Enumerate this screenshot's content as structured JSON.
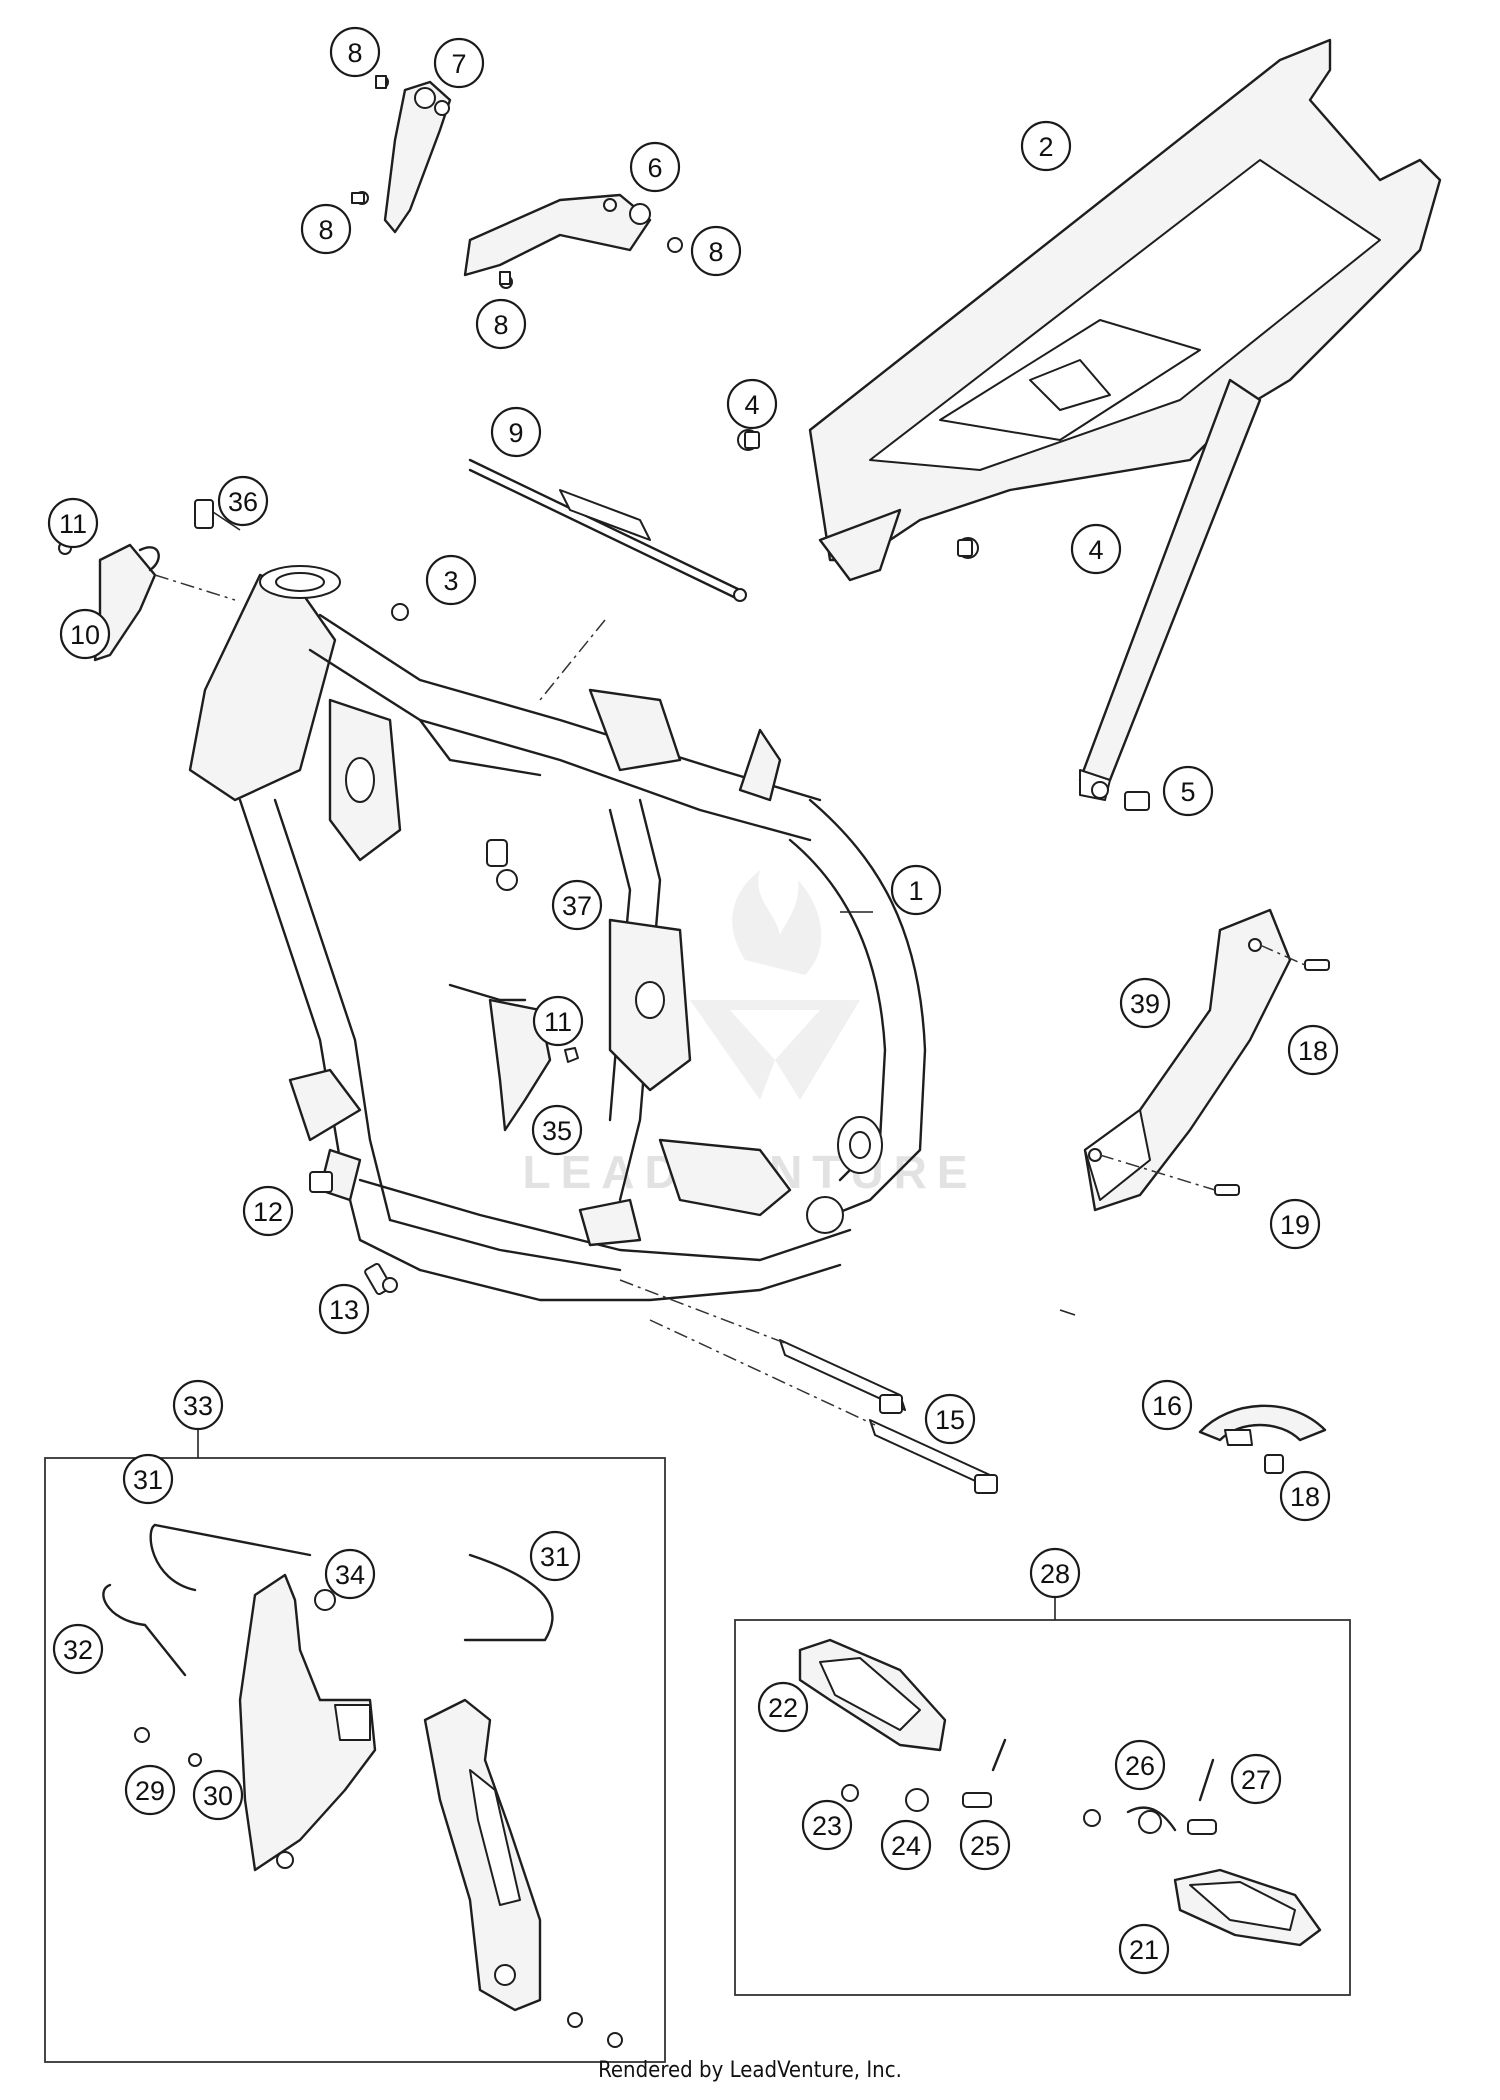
{
  "footer": {
    "text": "Rendered by LeadVenture, Inc."
  },
  "watermark": {
    "text": "LEADVENTURE"
  },
  "callouts": [
    {
      "label": "1"
    },
    {
      "label": "2"
    },
    {
      "label": "3"
    },
    {
      "label": "4"
    },
    {
      "label": "4"
    },
    {
      "label": "5"
    },
    {
      "label": "6"
    },
    {
      "label": "7"
    },
    {
      "label": "8"
    },
    {
      "label": "8"
    },
    {
      "label": "8"
    },
    {
      "label": "8"
    },
    {
      "label": "9"
    },
    {
      "label": "10"
    },
    {
      "label": "11"
    },
    {
      "label": "11"
    },
    {
      "label": "12"
    },
    {
      "label": "13"
    },
    {
      "label": "15"
    },
    {
      "label": "16"
    },
    {
      "label": "18"
    },
    {
      "label": "18"
    },
    {
      "label": "19"
    },
    {
      "label": "21"
    },
    {
      "label": "22"
    },
    {
      "label": "23"
    },
    {
      "label": "24"
    },
    {
      "label": "25"
    },
    {
      "label": "26"
    },
    {
      "label": "27"
    },
    {
      "label": "28"
    },
    {
      "label": "29"
    },
    {
      "label": "30"
    },
    {
      "label": "31"
    },
    {
      "label": "31"
    },
    {
      "label": "32"
    },
    {
      "label": "33"
    },
    {
      "label": "34"
    },
    {
      "label": "35"
    },
    {
      "label": "36"
    },
    {
      "label": "37"
    },
    {
      "label": "39"
    }
  ]
}
